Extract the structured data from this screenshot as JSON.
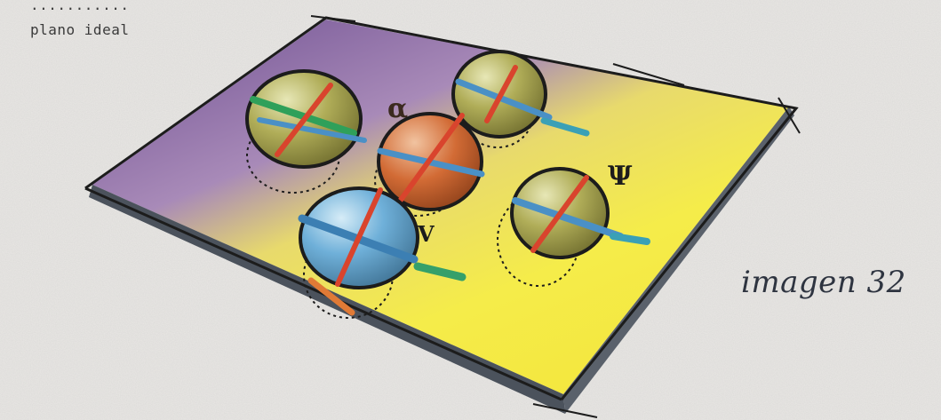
{
  "caption": {
    "partial_top_line": "...........",
    "main": "plano ideal"
  },
  "symbols": {
    "alpha": "α",
    "psi": "Ψ",
    "v": "V"
  },
  "image_label": "imagen 32",
  "colors": {
    "paper": "#e9e7e4",
    "plane_yellow": "#f3e84a",
    "plane_purple": "#8a74a8",
    "sphere_olive": "#a8a84e",
    "sphere_orange": "#d4743a",
    "sphere_blue": "#5aa0d0",
    "ink": "#1c1c1c",
    "plane_edge": "#444b55"
  }
}
